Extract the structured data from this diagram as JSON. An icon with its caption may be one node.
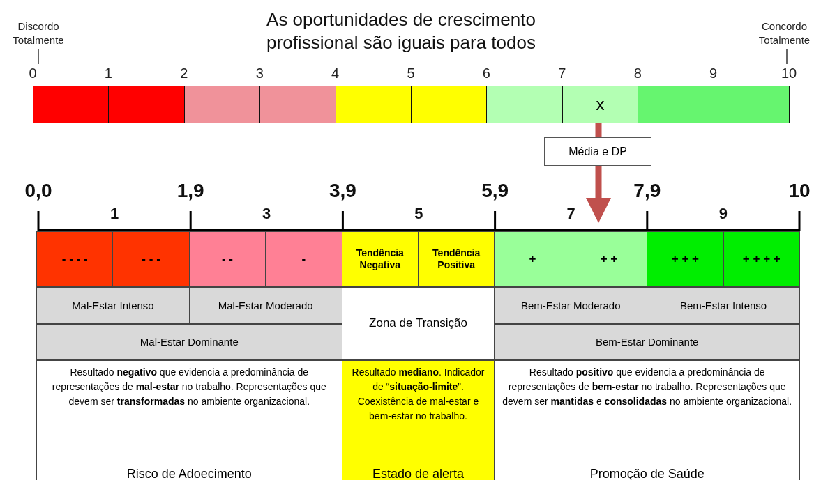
{
  "diagram": {
    "title": "As oportunidades de crescimento profissional são iguais para todos",
    "nodes": [
      {
        "text": [],
        "shape": "box"
      },
      {
        "text": [],
        "shape": "box"
      },
      {
        "text": [],
        "shape": "box"
      },
      {
        "text": [],
        "shape": "box"
      },
      {
        "text": [],
        "shape": "box"
      },
      {
        "text": [],
        "shape": "box"
      },
      {
        "text": [],
        "shape": "box"
      },
      {
        "text": [
          "x"
        ]
      },
      {
        "text": [],
        "shape": "box"
      },
      {
        "text": [],
        "shape": "box"
      },
      {
        "text": [
          "- - - -"
        ]
      },
      {
        "text": [
          "- - -"
        ]
      },
      {
        "text": [
          "- -"
        ]
      },
      {
        "text": [
          "-"
        ]
      },
      {
        "text": [
          "Tendência Negativa"
        ]
      },
      {
        "text": [
          "Tendência Positiva"
        ]
      },
      {
        "text": [
          "+"
        ]
      },
      {
        "text": [
          "+ +"
        ]
      },
      {
        "text": [
          "+ + +"
        ]
      },
      {
        "text": [
          "+ + + +"
        ]
      },
      {
        "text": [
          "Mal-Estar Intenso"
        ]
      },
      {
        "text": [
          "Mal-Estar Moderado"
        ]
      },
      {
        "text": [
          "Zona de Transição"
        ]
      },
      {
        "text": [
          "Bem-Estar Moderado"
        ]
      },
      {
        "text": [
          "Bem-Estar Intenso"
        ]
      },
      {
        "text": [
          "Mal-Estar Dominante"
        ]
      },
      {
        "text": [
          "Bem-Estar Dominante"
        ]
      },
      {
        "text": [
          "Resultado **negativo** que evidencia a predominância de representações de **mal-estar** no trabalho. Representações que devem ser **transformadas** no ambiente organizacional.",
          "Risco de Adoecimento"
        ]
      },
      {
        "text": [
          "Resultado **mediano**. Indicador de “**situação-limite**”. Coexistência de mal-estar e bem-estar no trabalho.",
          "Estado de alerta"
        ]
      },
      {
        "text": [
          "Resultado **positivo** que evidencia a predominância de representações de **bem-estar** no trabalho. Representações que devem ser **mantidas** e **consolidadas** no ambiente organizacional.",
          "Promoção de Saúde"
        ]
      }
    ],
    "edges": [
      {
        "from": 7,
        "to": 17,
        "arrow": "to",
        "label": "Média e DP"
      }
    ],
    "labels": [
      "Discordo Totalmente",
      "Concordo Totalmente",
      "0",
      "1",
      "2",
      "3",
      "4",
      "5",
      "6",
      "7",
      "8",
      "9",
      "10",
      "0,0",
      "1,9",
      "3,9",
      "5,9",
      "7,9",
      "10",
      "1",
      "3",
      "5",
      "7",
      "9"
    ]
  }
}
